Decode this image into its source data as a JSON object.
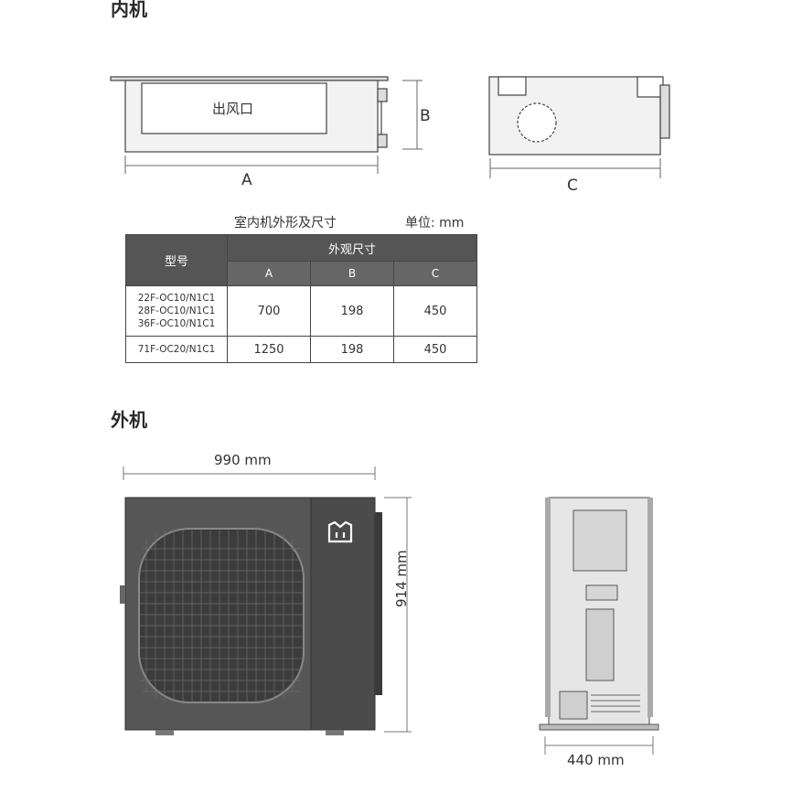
{
  "indoor": {
    "title": "内机",
    "outlet_label": "出风口",
    "dim_a": "A",
    "dim_b": "B",
    "dim_c": "C",
    "table_caption": "室内机外形及尺寸",
    "unit_label": "单位: mm",
    "table": {
      "model_header": "型号",
      "group_header": "外观尺寸",
      "columns": [
        "A",
        "B",
        "C"
      ],
      "rows": [
        {
          "models": [
            "22F-OC10/N1C1",
            "28F-OC10/N1C1",
            "36F-OC10/N1C1"
          ],
          "values": [
            "700",
            "198",
            "450"
          ]
        },
        {
          "models": [
            "71F-OC20/N1C1"
          ],
          "values": [
            "1250",
            "198",
            "450"
          ]
        }
      ]
    }
  },
  "outdoor": {
    "title": "外机",
    "width_label": "990 mm",
    "height_label": "914 mm",
    "depth_label": "440 mm",
    "logo": "mi-home-logo"
  }
}
